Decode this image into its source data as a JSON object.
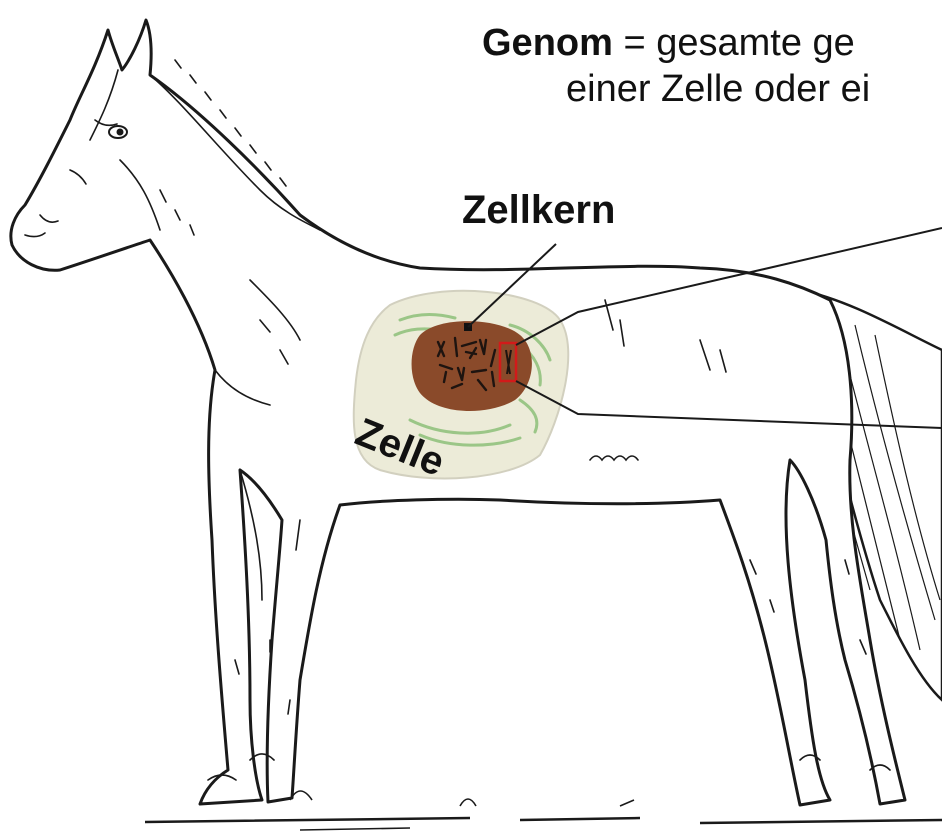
{
  "caption": {
    "term": "Genom",
    "line1_rest": " = gesamte ge",
    "line2": "einer Zelle oder ei"
  },
  "labels": {
    "nucleus": "Zellkern",
    "cell": "Zelle"
  },
  "colors": {
    "outline": "#1a1a1a",
    "cell_fill": "#ecebd8",
    "nucleus_fill": "#8a4a2a",
    "er_green": "#8dc07a",
    "highlight_box": "#d21a1a",
    "chromosome": "#1e1410"
  }
}
